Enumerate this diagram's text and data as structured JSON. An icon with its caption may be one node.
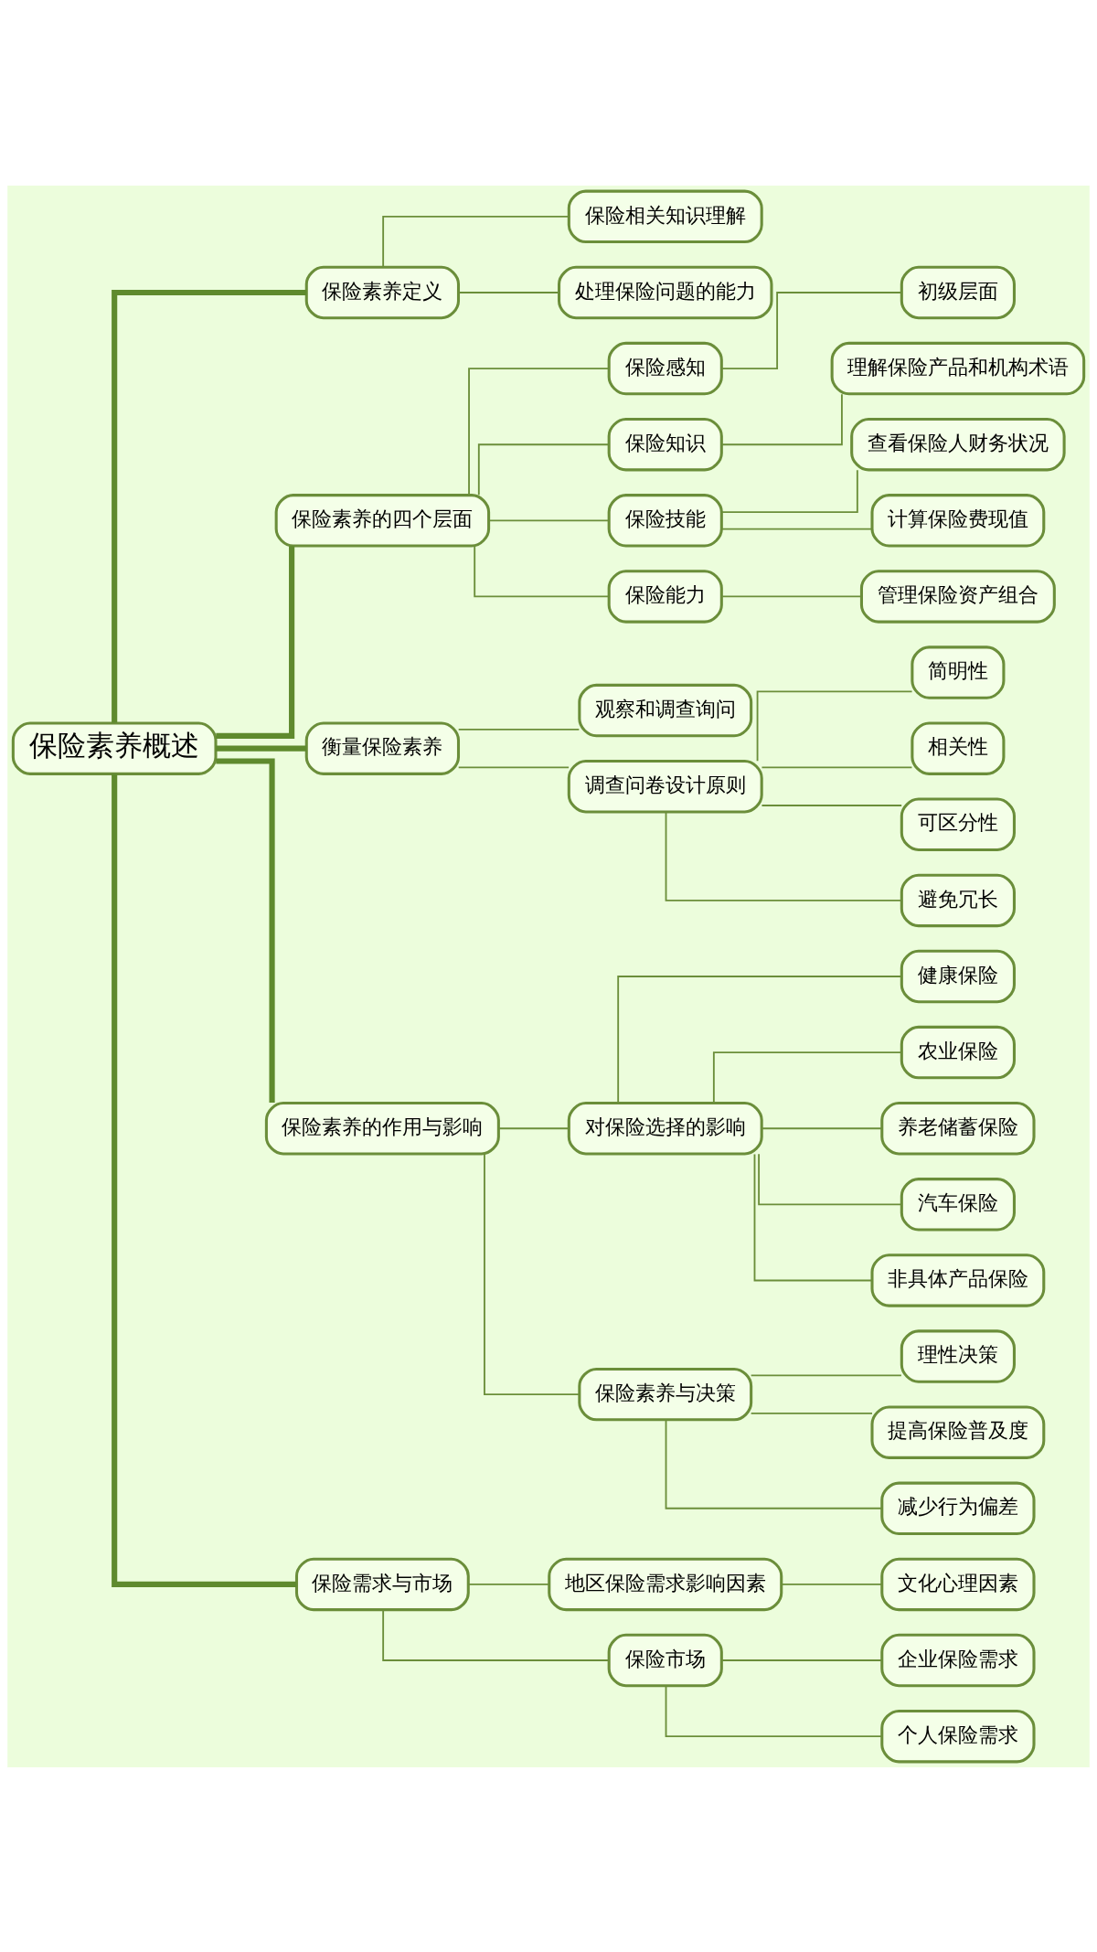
{
  "diagram": {
    "nodes": [
      {
        "text": [
          "保险素养概述"
        ]
      },
      {
        "text": [
          "保险素养定义"
        ]
      },
      {
        "text": [
          "保险相关知识理解"
        ]
      },
      {
        "text": [
          "处理保险问题的能力"
        ]
      },
      {
        "text": [
          "保险素养的四个层面"
        ]
      },
      {
        "text": [
          "保险感知"
        ]
      },
      {
        "text": [
          "初级层面"
        ]
      },
      {
        "text": [
          "保险知识"
        ]
      },
      {
        "text": [
          "理解保险产品和机构术语"
        ]
      },
      {
        "text": [
          "保险技能"
        ]
      },
      {
        "text": [
          "查看保险人财务状况"
        ]
      },
      {
        "text": [
          "计算保险费现值"
        ]
      },
      {
        "text": [
          "保险能力"
        ]
      },
      {
        "text": [
          "管理保险资产组合"
        ]
      },
      {
        "text": [
          "衡量保险素养"
        ]
      },
      {
        "text": [
          "观察和调查询问"
        ]
      },
      {
        "text": [
          "调查问卷设计原则"
        ]
      },
      {
        "text": [
          "简明性"
        ]
      },
      {
        "text": [
          "相关性"
        ]
      },
      {
        "text": [
          "可区分性"
        ]
      },
      {
        "text": [
          "避免冗长"
        ]
      },
      {
        "text": [
          "保险素养的作用与影响"
        ]
      },
      {
        "text": [
          "对保险选择的影响"
        ]
      },
      {
        "text": [
          "健康保险"
        ]
      },
      {
        "text": [
          "农业保险"
        ]
      },
      {
        "text": [
          "养老储蓄保险"
        ]
      },
      {
        "text": [
          "汽车保险"
        ]
      },
      {
        "text": [
          "非具体产品保险"
        ]
      },
      {
        "text": [
          "保险素养与决策"
        ]
      },
      {
        "text": [
          "理性决策"
        ]
      },
      {
        "text": [
          "提高保险普及度"
        ]
      },
      {
        "text": [
          "减少行为偏差"
        ]
      },
      {
        "text": [
          "保险需求与市场"
        ]
      },
      {
        "text": [
          "地区保险需求影响因素"
        ]
      },
      {
        "text": [
          "文化心理因素"
        ]
      },
      {
        "text": [
          "保险市场"
        ]
      },
      {
        "text": [
          "企业保险需求"
        ]
      },
      {
        "text": [
          "个人保险需求"
        ]
      }
    ],
    "edges": [
      {
        "from": 0,
        "to": 1,
        "arrow": "none",
        "style": "thick"
      },
      {
        "from": 1,
        "to": 2,
        "arrow": "none"
      },
      {
        "from": 1,
        "to": 3,
        "arrow": "none"
      },
      {
        "from": 0,
        "to": 4,
        "arrow": "none",
        "style": "thick"
      },
      {
        "from": 4,
        "to": 5,
        "arrow": "none"
      },
      {
        "from": 5,
        "to": 6,
        "arrow": "none"
      },
      {
        "from": 4,
        "to": 7,
        "arrow": "none"
      },
      {
        "from": 7,
        "to": 8,
        "arrow": "none"
      },
      {
        "from": 4,
        "to": 9,
        "arrow": "none"
      },
      {
        "from": 9,
        "to": 10,
        "arrow": "none"
      },
      {
        "from": 9,
        "to": 11,
        "arrow": "none"
      },
      {
        "from": 4,
        "to": 12,
        "arrow": "none"
      },
      {
        "from": 12,
        "to": 13,
        "arrow": "none"
      },
      {
        "from": 0,
        "to": 14,
        "arrow": "none",
        "style": "thick"
      },
      {
        "from": 14,
        "to": 15,
        "arrow": "none"
      },
      {
        "from": 14,
        "to": 16,
        "arrow": "none"
      },
      {
        "from": 16,
        "to": 17,
        "arrow": "none"
      },
      {
        "from": 16,
        "to": 18,
        "arrow": "none"
      },
      {
        "from": 16,
        "to": 19,
        "arrow": "none"
      },
      {
        "from": 16,
        "to": 20,
        "arrow": "none"
      },
      {
        "from": 0,
        "to": 21,
        "arrow": "none",
        "style": "thick"
      },
      {
        "from": 21,
        "to": 22,
        "arrow": "none"
      },
      {
        "from": 22,
        "to": 23,
        "arrow": "none"
      },
      {
        "from": 22,
        "to": 24,
        "arrow": "none"
      },
      {
        "from": 22,
        "to": 25,
        "arrow": "none"
      },
      {
        "from": 22,
        "to": 26,
        "arrow": "none"
      },
      {
        "from": 22,
        "to": 27,
        "arrow": "none"
      },
      {
        "from": 21,
        "to": 28,
        "arrow": "none"
      },
      {
        "from": 28,
        "to": 29,
        "arrow": "none"
      },
      {
        "from": 28,
        "to": 30,
        "arrow": "none"
      },
      {
        "from": 28,
        "to": 31,
        "arrow": "none"
      },
      {
        "from": 0,
        "to": 32,
        "arrow": "none",
        "style": "thick"
      },
      {
        "from": 32,
        "to": 33,
        "arrow": "none"
      },
      {
        "from": 33,
        "to": 34,
        "arrow": "none"
      },
      {
        "from": 32,
        "to": 35,
        "arrow": "none"
      },
      {
        "from": 35,
        "to": 36,
        "arrow": "none"
      },
      {
        "from": 35,
        "to": 37,
        "arrow": "none"
      }
    ]
  }
}
